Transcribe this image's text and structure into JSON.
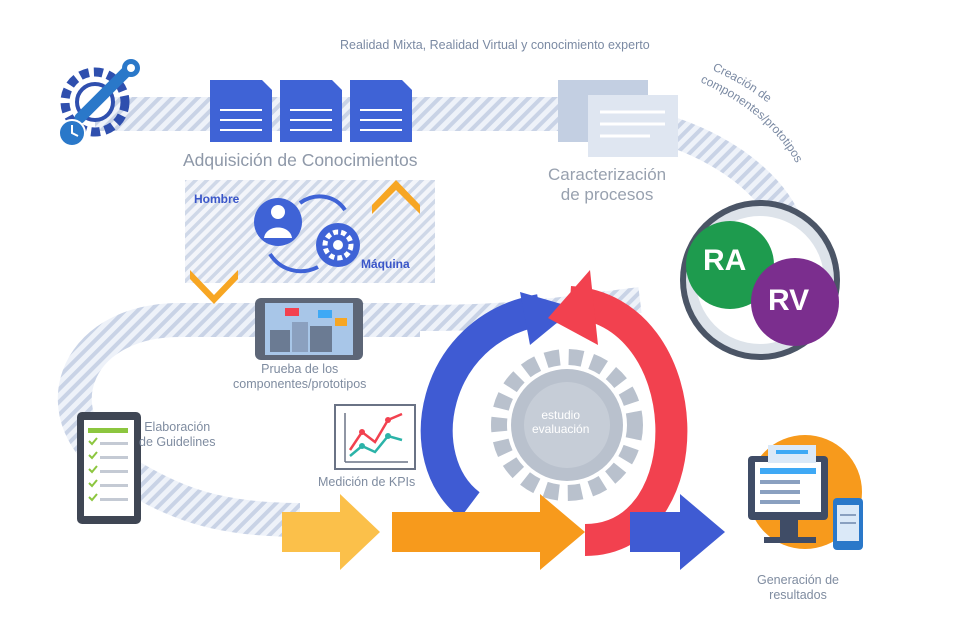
{
  "header": {
    "title": "Realidad Mixta, Realidad Virtual y conocimiento experto"
  },
  "stages": {
    "adquisicion": "Adquisición de Conocimientos",
    "caracterizacion_l1": "Caracterización",
    "caracterizacion_l2": "de procesos",
    "creacion_l1": "Creación de",
    "creacion_l2": "componentes/prototipos",
    "hombre": "Hombre",
    "maquina": "Máquina",
    "prueba_l1": "Prueba de los",
    "prueba_l2": "componentes/prototipos",
    "elaboracion_l1": "Elaboración",
    "elaboracion_l2": "de Guidelines",
    "medicion": "Medición de KPIs",
    "estudio_l1": "estudio",
    "estudio_l2": "evaluación",
    "generacion_l1": "Generación de",
    "generacion_l2": "resultados"
  },
  "badges": {
    "ra": "RA",
    "rv": "RV"
  },
  "colors": {
    "blue": "#3f5bd3",
    "red": "#f2414f",
    "orange": "#f79a1c",
    "light_orange": "#fbc04a",
    "green": "#1e9b4e",
    "purple": "#7b2e8e",
    "gray": "#b9c1cd",
    "hatch": "#c9d3e6"
  },
  "icons": [
    "gear-wrench-icon",
    "document-icon",
    "person-icon",
    "gear-icon",
    "tablet-icon",
    "checklist-icon",
    "kpi-chart-icon",
    "monitor-icon",
    "phone-icon"
  ]
}
